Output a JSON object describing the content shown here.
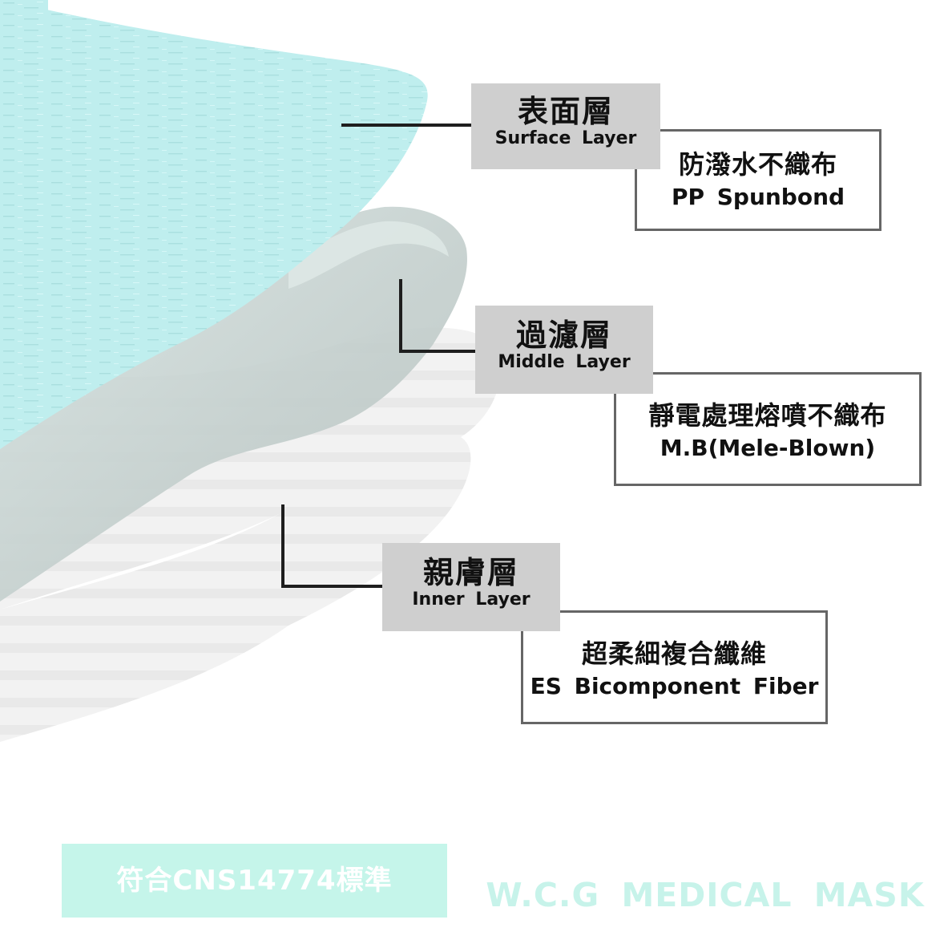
{
  "layers": [
    {
      "title_zh": "表面層",
      "title_en": "Surface Layer",
      "material_zh": "防潑水不織布",
      "material_en": "PP Spunbond"
    },
    {
      "title_zh": "過濾層",
      "title_en": "Middle Layer",
      "material_zh": "靜電處理熔噴不織布",
      "material_en": "M.B(Mele-Blown)"
    },
    {
      "title_zh": "親膚層",
      "title_en": "Inner Layer",
      "material_zh": "超柔細複合纖維",
      "material_en": "ES Bicomponent Fiber"
    }
  ],
  "certification": "符合CNS14774標準",
  "brand": "W.C.G MEDICAL MASK",
  "colors": {
    "surface_fabric": "#bdeeee",
    "middle_fabric": "#c9d4d2",
    "inner_fabric": "#f1f1f1",
    "label_bg": "#cfcfcf",
    "accent_mint": "#c5f5ea"
  }
}
